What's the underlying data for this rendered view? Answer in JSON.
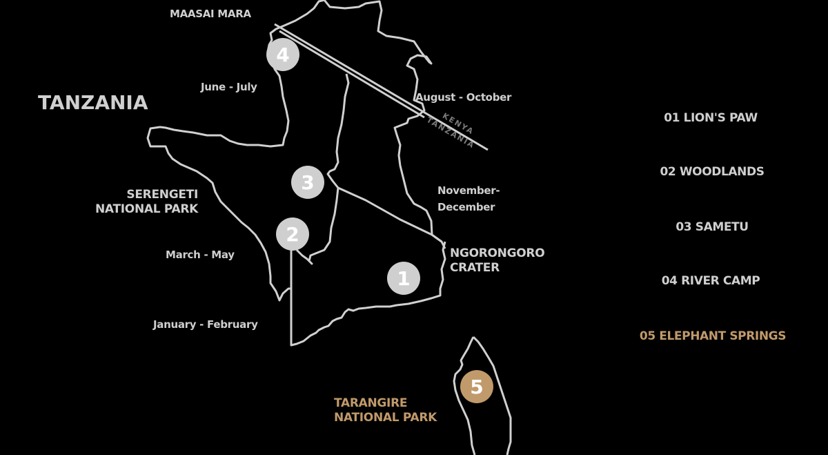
{
  "map": {
    "country_label": "TANZANIA",
    "regions": {
      "maasai_mara": "MAASAI MARA",
      "serengeti_line1": "SERENGETI",
      "serengeti_line2": "NATIONAL PARK",
      "ngorongoro_line1": "NGORONGORO",
      "ngorongoro_line2": "CRATER",
      "tarangire_line1": "TARANGIRE",
      "tarangire_line2": "NATIONAL PARK"
    },
    "border_labels": {
      "north": "KENYA",
      "south": "TANZANIA"
    },
    "seasons": {
      "june_july": "June - July",
      "august_october": "August - October",
      "november_december_line1": "November-",
      "november_december_line2": "December",
      "march_may": "March - May",
      "january_february": "January - February"
    },
    "pins": [
      {
        "number": "1"
      },
      {
        "number": "2"
      },
      {
        "number": "3"
      },
      {
        "number": "4"
      },
      {
        "number": "5"
      }
    ]
  },
  "legend": {
    "items": [
      {
        "label": "01 LION'S PAW"
      },
      {
        "label": "02 WOODLANDS"
      },
      {
        "label": "03 SAMETU"
      },
      {
        "label": "04 RIVER CAMP"
      },
      {
        "label": "05 ELEPHANT SPRINGS"
      }
    ],
    "active_index": 4
  },
  "colors": {
    "background": "#000000",
    "outline": "#d0d0d0",
    "accent_gold": "#c19a6b",
    "border_label": "#7a7a7a"
  }
}
